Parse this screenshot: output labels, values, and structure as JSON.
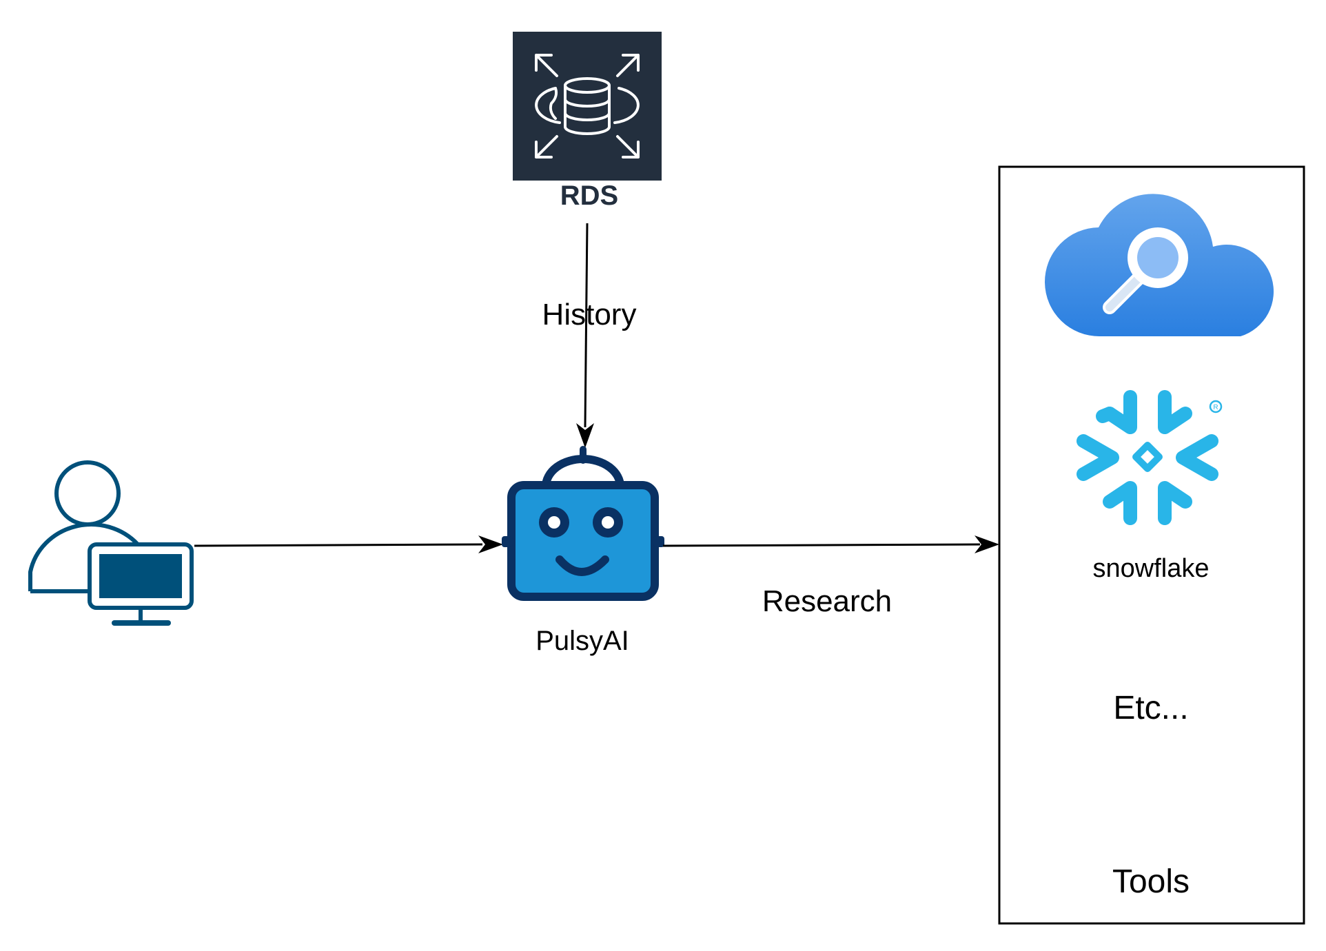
{
  "nodes": {
    "rds": {
      "label": "RDS"
    },
    "pulsy": {
      "label": "PulsyAI"
    },
    "snowflake": {
      "label": "snowflake"
    },
    "etc": {
      "label": "Etc..."
    },
    "tools": {
      "label": "Tools"
    }
  },
  "edges": {
    "history": {
      "label": "History"
    },
    "research": {
      "label": "Research"
    }
  },
  "colors": {
    "rds_bg": "#232f3e",
    "user_icon": "#00507a",
    "robot_body": "#1e96d8",
    "robot_outline": "#0a3163",
    "cloud_blue": "#3d8ee6",
    "snowflake_blue": "#29b5e8"
  }
}
